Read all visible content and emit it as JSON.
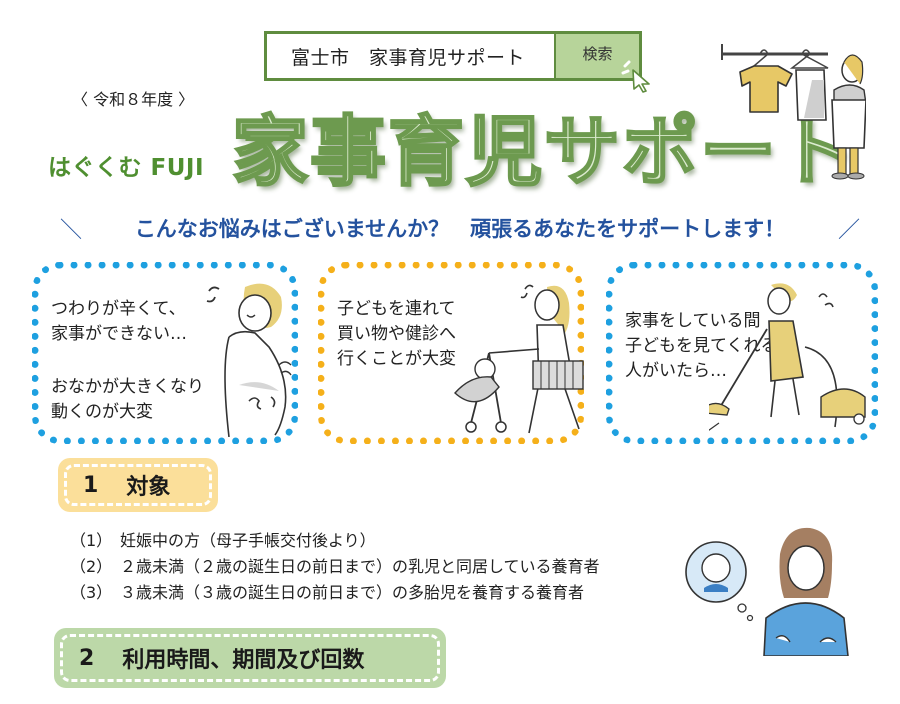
{
  "search": {
    "term": "富士市　家事育児サポート",
    "button_label": "検索"
  },
  "header": {
    "fiscal_year": "〈 令和８年度 〉",
    "tagline": "はぐくむ FUJI",
    "title": "家事育児サポート"
  },
  "headline": {
    "left_mark": "＼",
    "text": "こんなお悩みはございませんか？　頑張るあなたをサポートします！",
    "right_mark": "／"
  },
  "panels": [
    {
      "color": "#1ea0e0",
      "text_a": "つわりが辛くて、\n家事ができない…",
      "text_b": "おなかが大きくなり\n動くのが大変"
    },
    {
      "color": "#f5b01a",
      "text_a": "子どもを連れて\n買い物や健診へ\n行くことが大変"
    },
    {
      "color": "#1ea0e0",
      "text_a": "家事をしている間\n子どもを見てくれる\n人がいたら…"
    }
  ],
  "sections": [
    {
      "number": "1",
      "title": "対象",
      "color": "#fbdf9a",
      "items": [
        {
          "num": "（1）",
          "text": "妊娠中の方（母子手帳交付後より）"
        },
        {
          "num": "（2）",
          "text": "２歳未満（２歳の誕生日の前日まで）の乳児と同居している養育者"
        },
        {
          "num": "（3）",
          "text": "３歳未満（３歳の誕生日の前日まで）の多胎児を養育する養育者"
        }
      ]
    },
    {
      "number": "2",
      "title": "利用時間、期間及び回数",
      "color": "#bcd8a8"
    }
  ]
}
